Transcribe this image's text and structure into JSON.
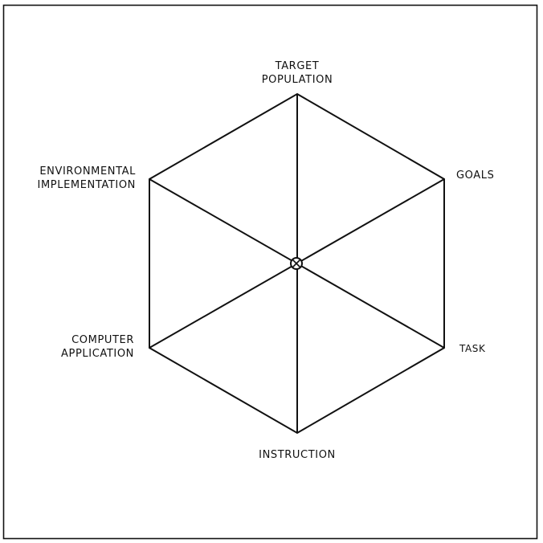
{
  "diagram": {
    "shape": "hexagon",
    "center_symbol": "circled-x",
    "stroke_color": "#111111",
    "background_color": "#ffffff",
    "vertices": [
      {
        "id": "target-population",
        "lines": [
          "TARGET",
          "POPULATION"
        ],
        "position": "top"
      },
      {
        "id": "goals",
        "lines": [
          "GOALS"
        ],
        "position": "upper-right"
      },
      {
        "id": "task",
        "lines": [
          "TASK"
        ],
        "position": "lower-right"
      },
      {
        "id": "instruction",
        "lines": [
          "INSTRUCTION"
        ],
        "position": "bottom"
      },
      {
        "id": "computer-application",
        "lines": [
          "COMPUTER",
          "APPLICATION"
        ],
        "position": "lower-left"
      },
      {
        "id": "environmental-implementation",
        "lines": [
          "ENVIRONMENTAL",
          "IMPLEMENTATION"
        ],
        "position": "upper-left"
      }
    ],
    "connections": "each vertex connected to adjacent vertices and to the center"
  }
}
